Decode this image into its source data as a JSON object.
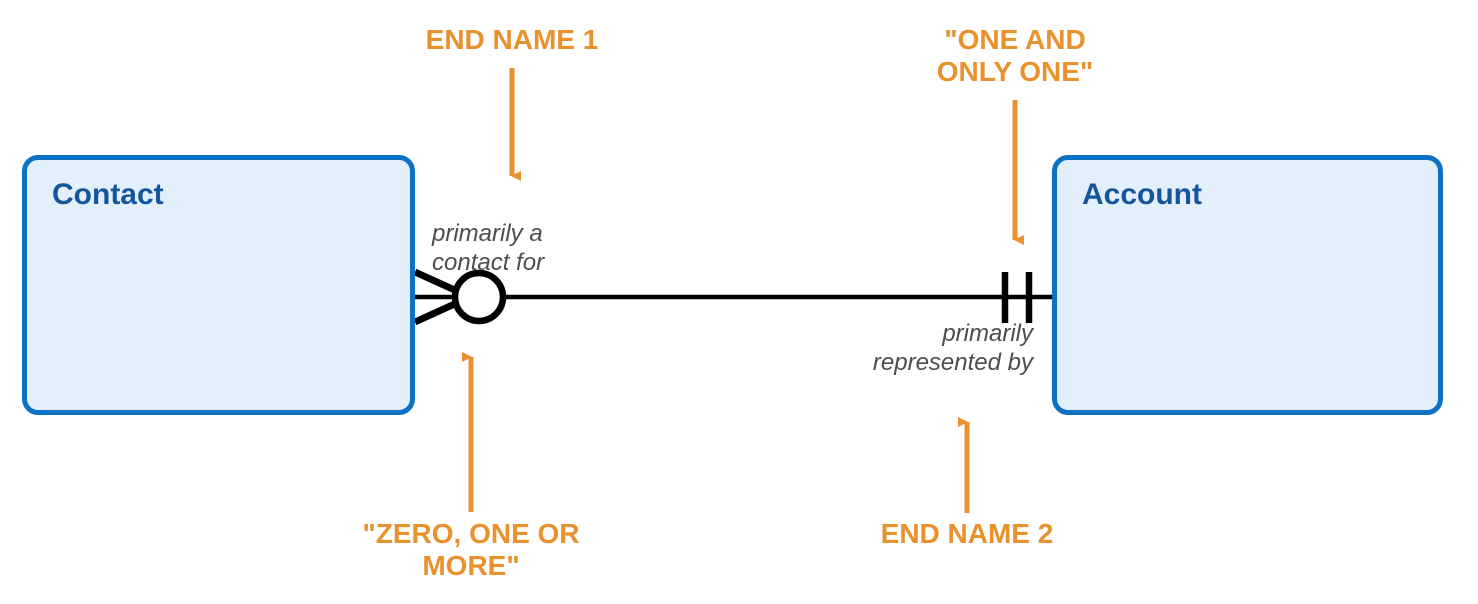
{
  "diagram": {
    "type": "entity-relationship-crows-foot",
    "background_color": "#FFFFFF",
    "entity_border_color": "#0B72C4",
    "entity_fill_color": "#E3F0FB",
    "entity_title_color": "#14559E",
    "relationship_line_color": "#000000",
    "annotation_color": "#E8912D",
    "role_label_color": "#4D4D4D"
  },
  "entities": [
    {
      "id": "contact",
      "title": "Contact"
    },
    {
      "id": "account",
      "title": "Account"
    }
  ],
  "relationship": {
    "source_entity": "Contact",
    "target_entity": "Account",
    "source_role_label": "primarily a\ncontact for",
    "target_role_label": "primarily\nrepresented by",
    "source_cardinality_symbol": "crows-foot-with-circle",
    "source_cardinality_meaning": "zero, one or more",
    "target_cardinality_symbol": "double-tick",
    "target_cardinality_meaning": "one and only one"
  },
  "annotations": [
    {
      "id": "end-name-1",
      "text": "END NAME 1",
      "arrow_direction": "down",
      "points_at": "source_role_label"
    },
    {
      "id": "one-and-only-one",
      "text": "\"ONE AND\nONLY ONE\"",
      "arrow_direction": "down",
      "points_at": "target_cardinality_symbol"
    },
    {
      "id": "zero-one-or-more",
      "text": "\"ZERO, ONE OR\nMORE\"",
      "arrow_direction": "up",
      "points_at": "source_cardinality_symbol"
    },
    {
      "id": "end-name-2",
      "text": "END NAME 2",
      "arrow_direction": "up",
      "points_at": "target_role_label"
    }
  ]
}
